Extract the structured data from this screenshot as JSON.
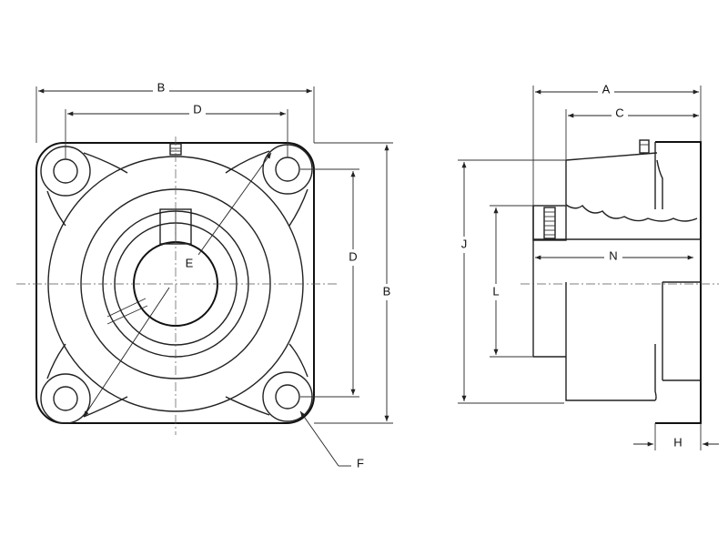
{
  "labels": {
    "front_width": "B",
    "front_bolt_spacing_h": "D",
    "front_bolt_spacing_v": "D",
    "front_height": "B",
    "bolt_circle": "E",
    "bolt_hole": "F",
    "side_overall": "A",
    "side_c": "C",
    "side_j": "J",
    "side_l": "L",
    "side_n": "N",
    "side_h": "H"
  }
}
